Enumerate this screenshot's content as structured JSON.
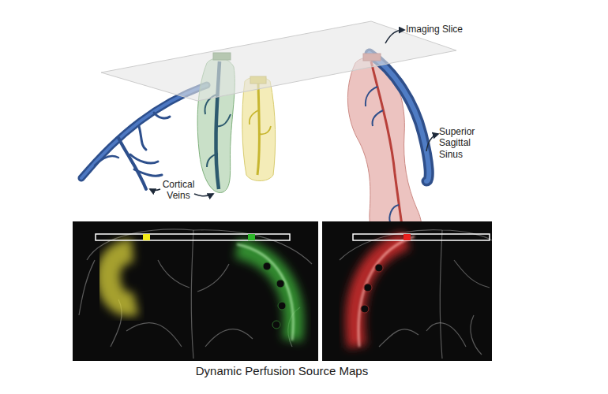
{
  "diagram": {
    "caption": "Dynamic Perfusion Source Maps",
    "labels": [
      "Imaging Slice",
      "Superior Sagittal Sinus",
      "Cortical Veins"
    ]
  }
}
